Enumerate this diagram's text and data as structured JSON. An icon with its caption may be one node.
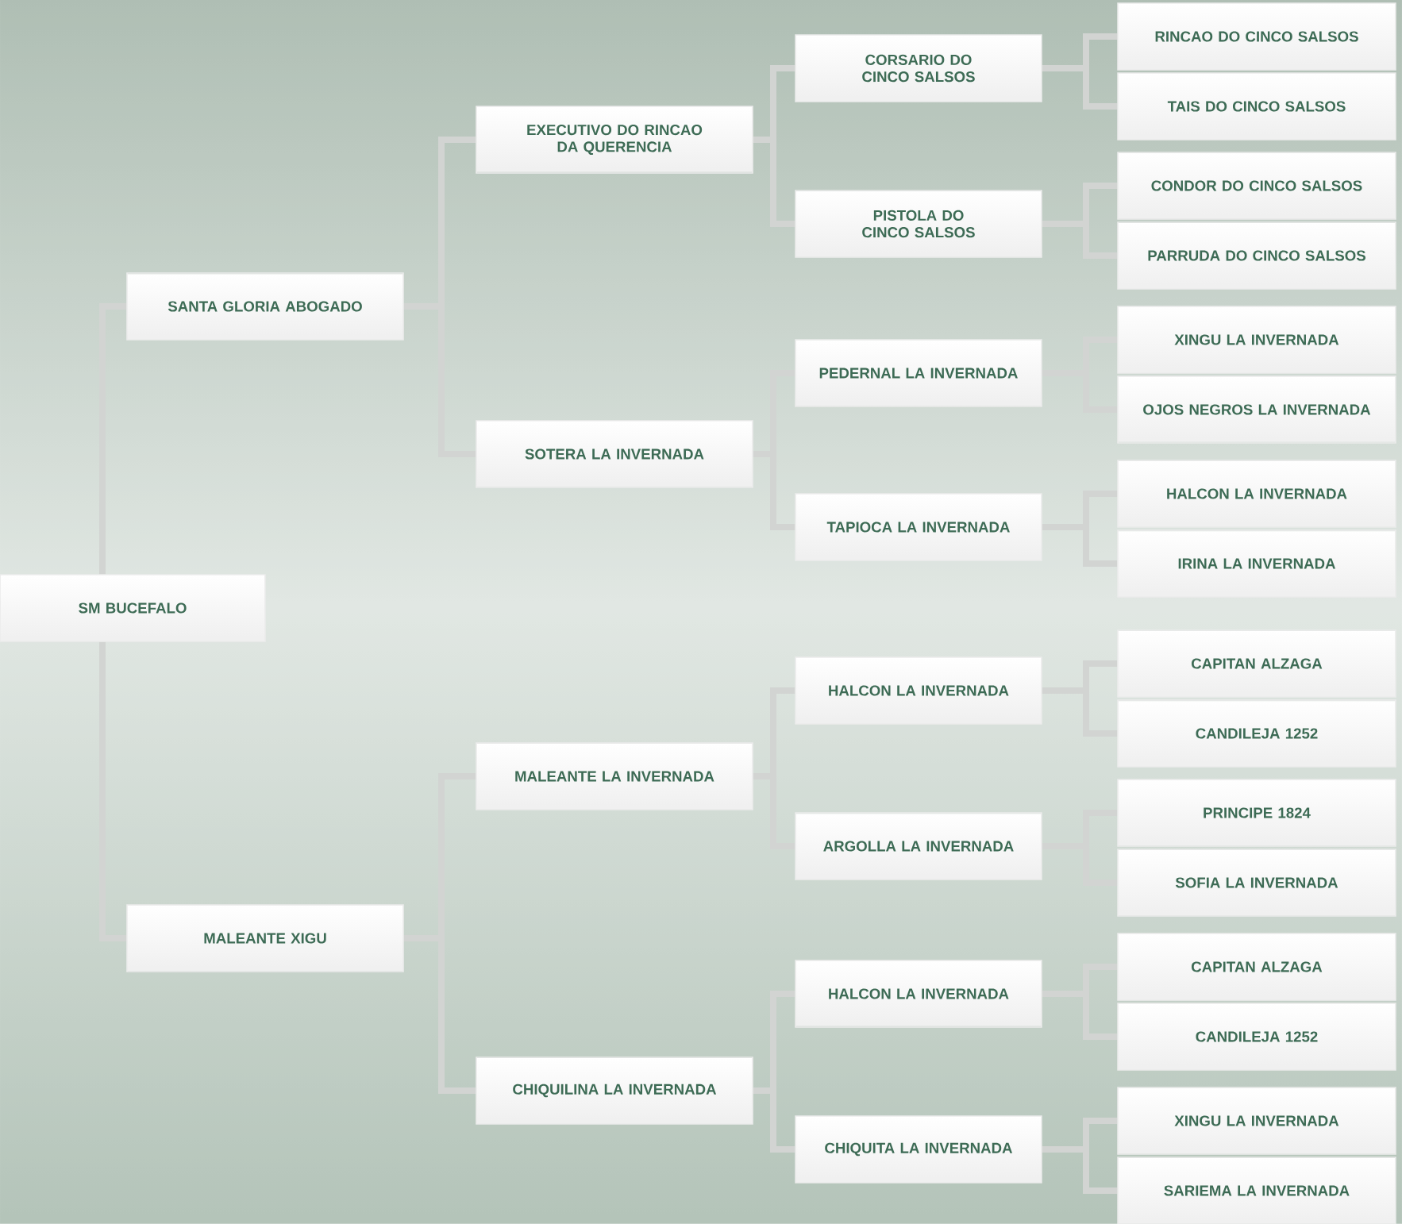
{
  "diagram": {
    "nodes": [
      {
        "text": [
          "SM BUCEFALO"
        ]
      },
      {
        "text": [
          "SANTA GLORIA ABOGADO"
        ]
      },
      {
        "text": [
          "EXECUTIVO DO RINCAO DA QUERENCIA"
        ]
      },
      {
        "text": [
          "CORSARIO DO CINCO SALSOS"
        ]
      },
      {
        "text": [
          "RINCAO DO CINCO SALSOS"
        ]
      },
      {
        "text": [
          "TAIS DO CINCO SALSOS"
        ]
      },
      {
        "text": [
          "PISTOLA DO CINCO SALSOS"
        ]
      },
      {
        "text": [
          "CONDOR DO CINCO SALSOS"
        ]
      },
      {
        "text": [
          "PARRUDA DO CINCO SALSOS"
        ]
      },
      {
        "text": [
          "SOTERA LA INVERNADA"
        ]
      },
      {
        "text": [
          "PEDERNAL LA INVERNADA"
        ]
      },
      {
        "text": [
          "XINGU LA INVERNADA"
        ]
      },
      {
        "text": [
          "OJOS NEGROS LA INVERNADA"
        ]
      },
      {
        "text": [
          "TAPIOCA LA INVERNADA"
        ]
      },
      {
        "text": [
          "HALCON LA INVERNADA"
        ]
      },
      {
        "text": [
          "IRINA LA INVERNADA"
        ]
      },
      {
        "text": [
          "MALEANTE XIGU"
        ]
      },
      {
        "text": [
          "MALEANTE LA INVERNADA"
        ]
      },
      {
        "text": [
          "HALCON LA INVERNADA"
        ]
      },
      {
        "text": [
          "CAPITAN ALZAGA"
        ]
      },
      {
        "text": [
          "CANDILEJA 1252"
        ]
      },
      {
        "text": [
          "ARGOLLA LA INVERNADA"
        ]
      },
      {
        "text": [
          "PRINCIPE 1824"
        ]
      },
      {
        "text": [
          "SOFIA LA INVERNADA"
        ]
      },
      {
        "text": [
          "CHIQUILINA LA INVERNADA"
        ]
      },
      {
        "text": [
          "HALCON LA INVERNADA"
        ]
      },
      {
        "text": [
          "CAPITAN ALZAGA"
        ]
      },
      {
        "text": [
          "CANDILEJA 1252"
        ]
      },
      {
        "text": [
          "CHIQUITA LA INVERNADA"
        ]
      },
      {
        "text": [
          "XINGU LA INVERNADA"
        ]
      },
      {
        "text": [
          "SARIEMA LA INVERNADA"
        ]
      }
    ],
    "edges": [
      {
        "from": 0,
        "to": 1,
        "arrow": "none"
      },
      {
        "from": 0,
        "to": 16,
        "arrow": "none"
      },
      {
        "from": 1,
        "to": 2,
        "arrow": "none"
      },
      {
        "from": 1,
        "to": 9,
        "arrow": "none"
      },
      {
        "from": 2,
        "to": 3,
        "arrow": "none"
      },
      {
        "from": 2,
        "to": 6,
        "arrow": "none"
      },
      {
        "from": 3,
        "to": 4,
        "arrow": "none"
      },
      {
        "from": 3,
        "to": 5,
        "arrow": "none"
      },
      {
        "from": 6,
        "to": 7,
        "arrow": "none"
      },
      {
        "from": 6,
        "to": 8,
        "arrow": "none"
      },
      {
        "from": 9,
        "to": 10,
        "arrow": "none"
      },
      {
        "from": 9,
        "to": 13,
        "arrow": "none"
      },
      {
        "from": 10,
        "to": 11,
        "arrow": "none"
      },
      {
        "from": 10,
        "to": 12,
        "arrow": "none"
      },
      {
        "from": 13,
        "to": 14,
        "arrow": "none"
      },
      {
        "from": 13,
        "to": 15,
        "arrow": "none"
      },
      {
        "from": 16,
        "to": 17,
        "arrow": "none"
      },
      {
        "from": 16,
        "to": 24,
        "arrow": "none"
      },
      {
        "from": 17,
        "to": 18,
        "arrow": "none"
      },
      {
        "from": 17,
        "to": 21,
        "arrow": "none"
      },
      {
        "from": 18,
        "to": 19,
        "arrow": "none"
      },
      {
        "from": 18,
        "to": 20,
        "arrow": "none"
      },
      {
        "from": 21,
        "to": 22,
        "arrow": "none"
      },
      {
        "from": 21,
        "to": 23,
        "arrow": "none"
      },
      {
        "from": 24,
        "to": 25,
        "arrow": "none"
      },
      {
        "from": 24,
        "to": 28,
        "arrow": "none"
      },
      {
        "from": 25,
        "to": 26,
        "arrow": "none"
      },
      {
        "from": 25,
        "to": 27,
        "arrow": "none"
      },
      {
        "from": 28,
        "to": 29,
        "arrow": "none"
      },
      {
        "from": 28,
        "to": 30,
        "arrow": "none"
      }
    ]
  }
}
